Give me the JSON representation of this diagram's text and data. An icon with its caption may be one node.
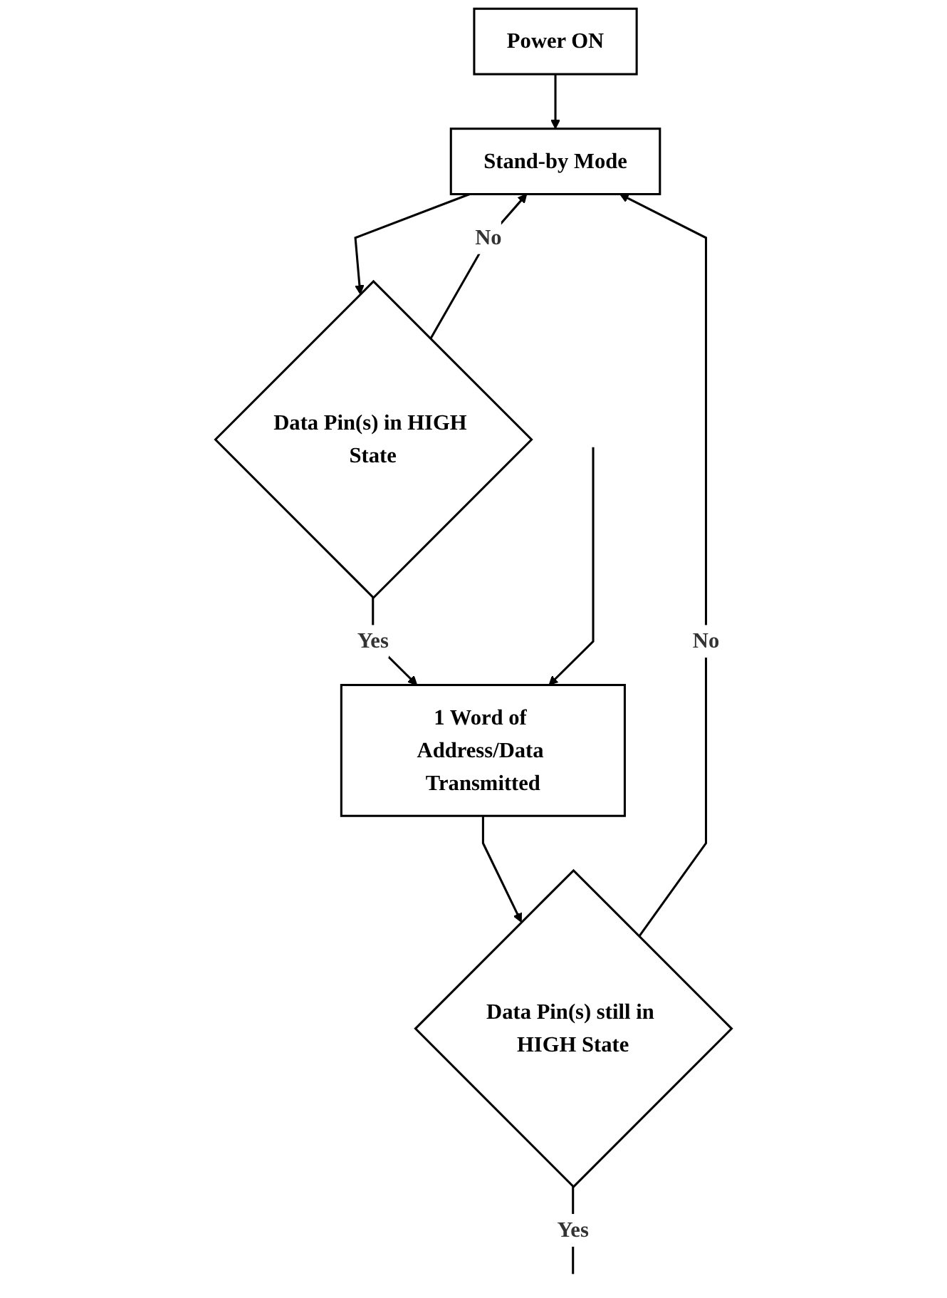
{
  "diagram": {
    "nodes": [
      {
        "text": [
          "Power ON"
        ]
      },
      {
        "text": [
          "Stand-by Mode"
        ]
      },
      {
        "text": [
          "Data Pin(s) in HIGH State"
        ]
      },
      {
        "text": [
          "1 Word of Address/Data Transmitted"
        ]
      },
      {
        "text": [
          "Data Pin(s) still in HIGH State"
        ]
      }
    ],
    "edges": [
      {
        "from": 0,
        "to": 1,
        "arrow": "to"
      },
      {
        "from": 1,
        "to": 2,
        "arrow": "to"
      },
      {
        "from": 2,
        "to": 1,
        "arrow": "to",
        "label": "No"
      },
      {
        "from": 2,
        "to": 3,
        "arrow": "to",
        "label": "Yes"
      },
      {
        "from": 3,
        "to": 4,
        "arrow": "to"
      },
      {
        "from": 4,
        "to": 1,
        "arrow": "to",
        "label": "No"
      },
      {
        "from": 4,
        "to": null,
        "arrow": "none",
        "label": "Yes"
      },
      {
        "from": null,
        "to": 3,
        "arrow": "to"
      }
    ]
  }
}
